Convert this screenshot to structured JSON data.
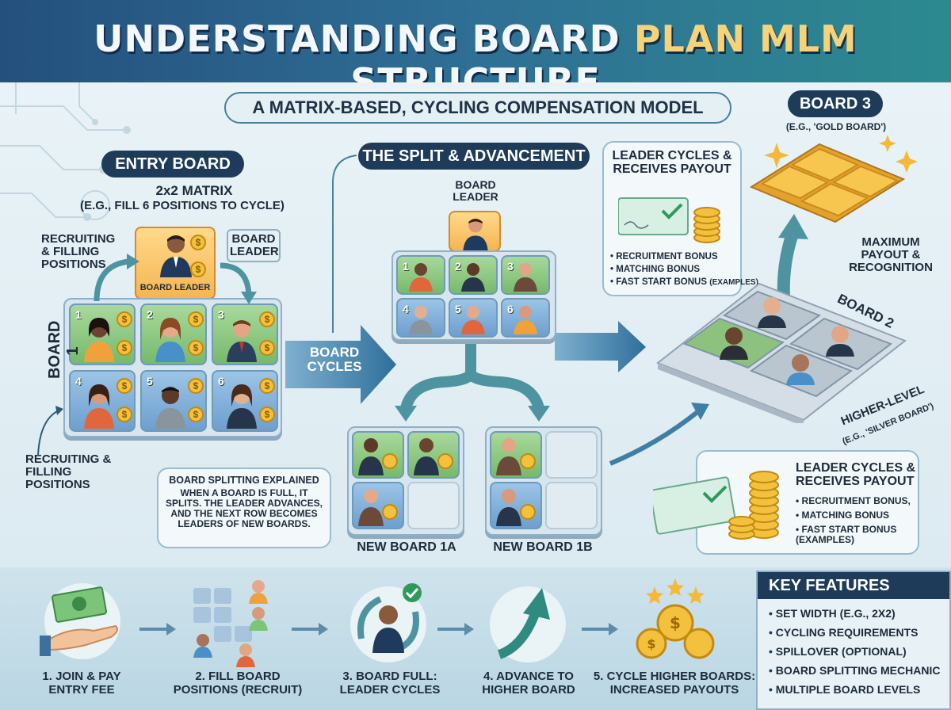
{
  "header": {
    "title_part1": "UNDERSTANDING BOARD ",
    "title_highlight": "PLAN MLM",
    "title_part2": " STRUCTURE"
  },
  "subtitle": "A MATRIX-BASED, CYCLING COMPENSATION MODEL",
  "entry_board": {
    "label": "ENTRY BOARD",
    "matrix_line1": "2x2 MATRIX",
    "matrix_line2": "(E.G., FILL 6 POSITIONS TO CYCLE)",
    "recruit_top": "RECRUITING & FILLING POSITIONS",
    "board_leader_tag": "BOARD LEADER",
    "board_leader_cell": "BOARD LEADER",
    "board_name": "BOARD 1",
    "recruit_bottom": "RECRUITING & FILLING POSITIONS",
    "positions": [
      "1",
      "2",
      "3",
      "4",
      "5",
      "6"
    ]
  },
  "board_cycles": "BOARD CYCLES",
  "split": {
    "label": "THE SPLIT & ADVANCEMENT",
    "leader_label": "BOARD LEADER",
    "positions": [
      "1",
      "2",
      "3",
      "4",
      "5",
      "6"
    ],
    "explain_title": "BOARD SPLITTING EXPLAINED",
    "explain_body": "WHEN A BOARD IS FULL, IT SPLITS. THE LEADER ADVANCES, AND THE NEXT ROW BECOMES LEADERS OF NEW BOARDS.",
    "new_board_a": "NEW BOARD 1A",
    "new_board_b": "NEW BOARD 1B"
  },
  "payout_top": {
    "title": "LEADER CYCLES & RECEIVES PAYOUT",
    "items": [
      "RECRUITMENT BONUS",
      "MATCHING BONUS",
      "FAST START BONUS"
    ],
    "items_suffix": "(EXAMPLES)"
  },
  "board3": {
    "label": "BOARD 3",
    "example": "(E.G., 'GOLD BOARD')",
    "reward": "MAXIMUM PAYOUT & RECOGNITION"
  },
  "board2": {
    "label": "BOARD 2",
    "higher": "HIGHER-LEVEL",
    "example": "(E.G., 'SILVER BOARD')"
  },
  "payout_bottom": {
    "title": "LEADER CYCLES & RECEIVES PAYOUT",
    "items": [
      "RECRUITMENT BONUS,",
      "MATCHING BONUS",
      "FAST START BONUS (EXAMPLES)"
    ]
  },
  "steps": [
    {
      "line1": "1. JOIN & PAY",
      "line2": "ENTRY FEE"
    },
    {
      "line1": "2. FILL BOARD",
      "line2": "POSITIONS (RECRUIT)"
    },
    {
      "line1": "3. BOARD FULL:",
      "line2": "LEADER CYCLES"
    },
    {
      "line1": "4. ADVANCE TO",
      "line2": "HIGHER BOARD"
    },
    {
      "line1": "5. CYCLE HIGHER BOARDS:",
      "line2": "INCREASED PAYOUTS"
    }
  ],
  "key_features": {
    "title": "KEY FEATURES",
    "items": [
      "SET WIDTH (E.G., 2X2)",
      "CYCLING REQUIREMENTS",
      "SPILLOVER (OPTIONAL)",
      "BOARD SPLITTING MECHANIC",
      "MULTIPLE BOARD LEVELS"
    ]
  },
  "colors": {
    "navy": "#1e3c5a",
    "gold": "#f6d37a",
    "green": "#77b96d",
    "blue": "#6d9fcf",
    "arrow": "#3f7fa6"
  }
}
